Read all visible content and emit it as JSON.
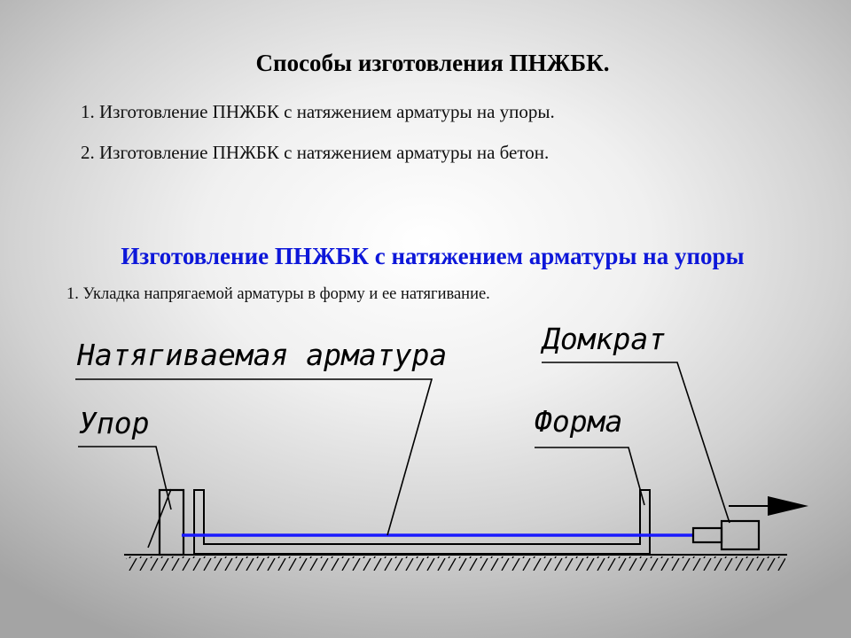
{
  "slide": {
    "title": "Способы изготовления ПНЖБК.",
    "items": [
      "1. Изготовление ПНЖБК с натяжением арматуры на упоры.",
      "2. Изготовление ПНЖБК с натяжением арматуры на бетон."
    ],
    "subtitle": "Изготовление ПНЖБК с натяжением арматуры на упоры",
    "step": "1. Укладка напрягаемой арматуры в форму и ее натягивание."
  },
  "diagram": {
    "labels": {
      "reinforcement": "Натягиваемая арматура",
      "stop": "Упор",
      "jack": "Домкрат",
      "form": "Форма"
    }
  },
  "colors": {
    "subtitle": "#0d17d9",
    "reinforcement_line": "#1a1aff",
    "background_center": "#ffffff",
    "background_edge": "#a4a4a4"
  }
}
